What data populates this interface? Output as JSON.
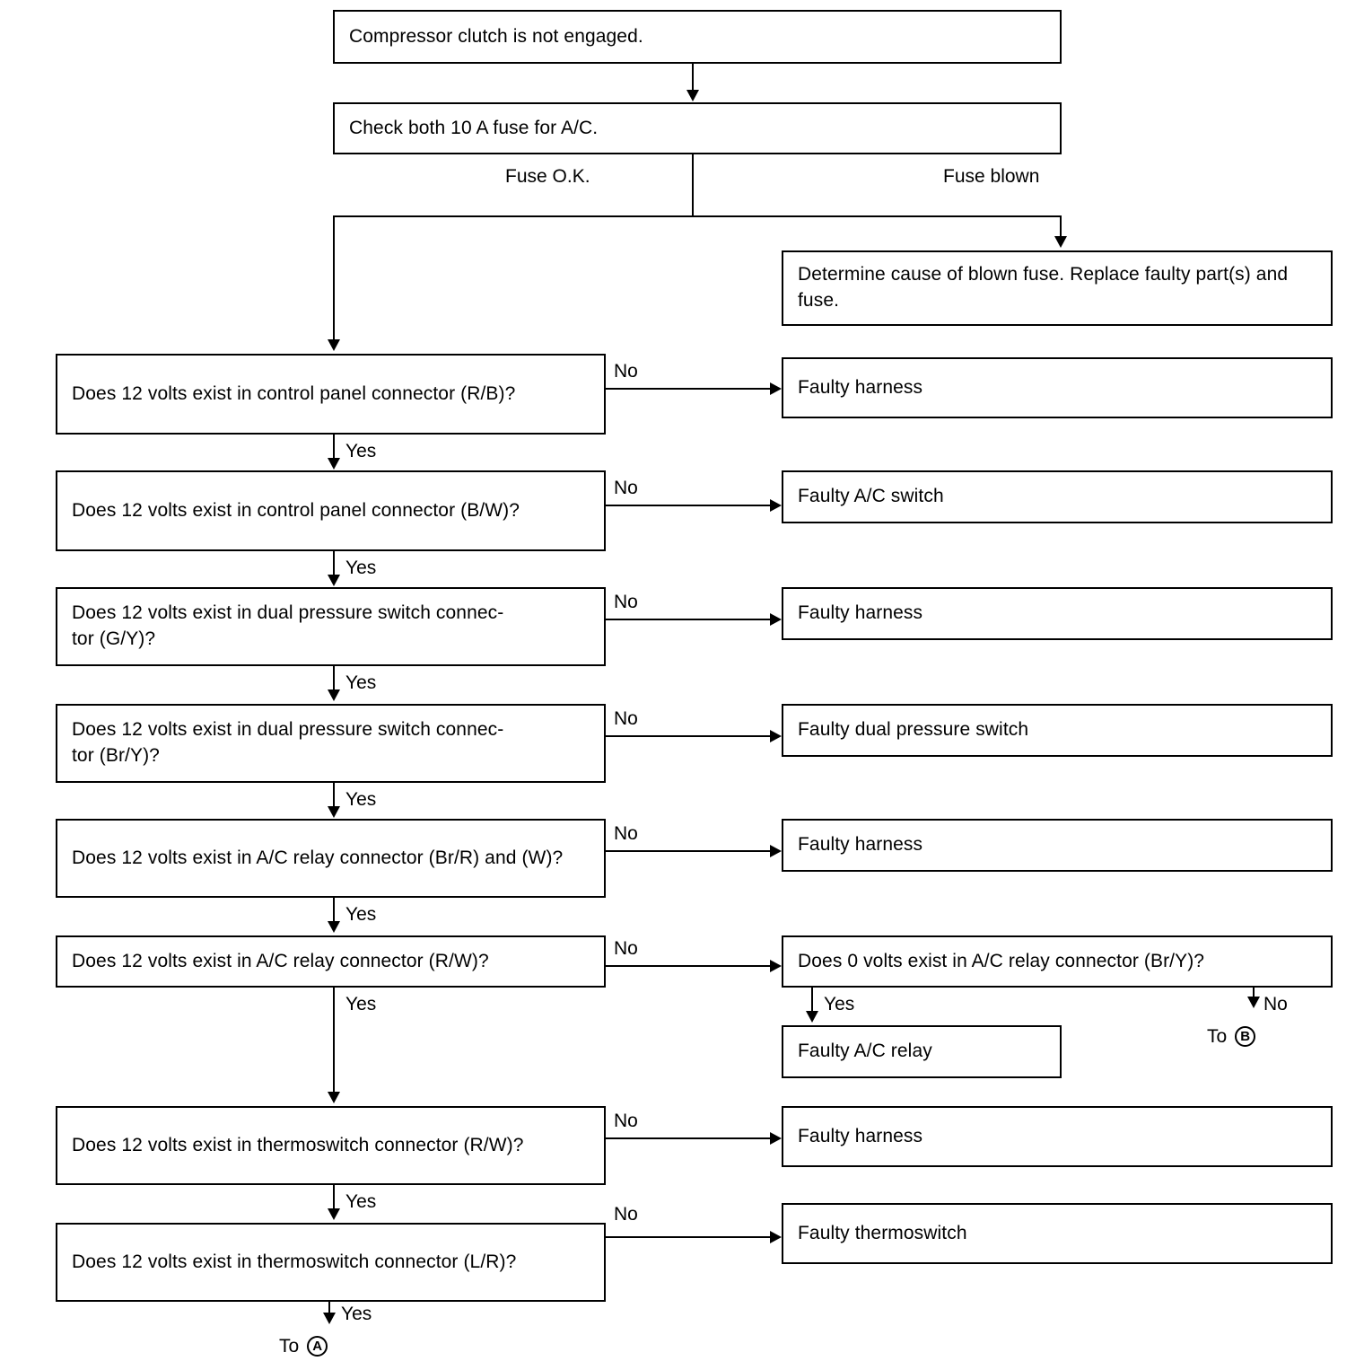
{
  "diagram": {
    "title": "Compressor clutch is not engaged - troubleshooting flowchart",
    "nodes": {
      "start": "Compressor clutch is not engaged.",
      "check_fuse": "Check both 10 A fuse for A/C.",
      "blown_fuse_action": "Determine cause of blown fuse. Replace faulty part(s) and fuse.",
      "q_panel_rb": "Does 12 volts exist in control panel connector (R/B)?",
      "q_panel_bw": "Does 12 volts exist in control panel connector (B/W)?",
      "q_dps_gy": "Does 12 volts exist in dual pressure switch connec-\ntor (G/Y)?",
      "q_dps_bry": "Does 12 volts exist in dual pressure switch connec-\ntor (Br/Y)?",
      "q_relay_brr_w": "Does 12 volts exist in A/C relay connector (Br/R) and (W)?",
      "q_relay_rw": "Does 12 volts exist in A/C relay connector (R/W)?",
      "q_relay_0v_bry": "Does 0 volts exist in A/C relay connector (Br/Y)?",
      "q_thermo_rw": "Does 12 volts exist in thermoswitch connector (R/W)?",
      "q_thermo_lr": "Does 12 volts exist in thermoswitch connector (L/R)?",
      "r_faulty_harness_1": "Faulty harness",
      "r_faulty_ac_switch": "Faulty A/C switch",
      "r_faulty_harness_2": "Faulty harness",
      "r_faulty_dps": "Faulty dual pressure switch",
      "r_faulty_harness_3": "Faulty harness",
      "r_faulty_ac_relay": "Faulty A/C relay",
      "r_faulty_harness_4": "Faulty harness",
      "r_faulty_thermoswitch": "Faulty thermoswitch"
    },
    "edge_labels": {
      "fuse_ok": "Fuse O.K.",
      "fuse_blown": "Fuse blown",
      "yes_1": "Yes",
      "yes_2": "Yes",
      "yes_3": "Yes",
      "yes_4": "Yes",
      "yes_5": "Yes",
      "yes_6": "Yes",
      "yes_7": "Yes",
      "yes_final": "Yes",
      "yes_relay": "Yes",
      "no_1": "No",
      "no_2": "No",
      "no_3": "No",
      "no_4": "No",
      "no_5": "No",
      "no_6": "No",
      "no_7": "No",
      "no_8": "No",
      "no_relay": "No"
    },
    "connectors": {
      "to_a_prefix": "To",
      "to_a_ref": "A",
      "to_b_prefix": "To",
      "to_b_ref": "B"
    },
    "colors": {
      "ink": "#000000",
      "paper": "#ffffff"
    }
  }
}
